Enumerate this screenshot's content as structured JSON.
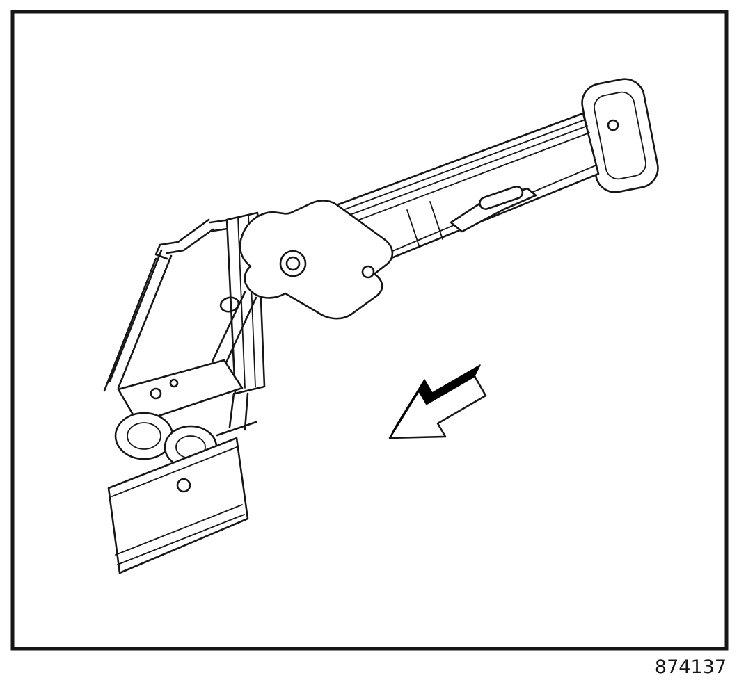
{
  "figure": {
    "id_label": "874137",
    "kind": "technical line illustration",
    "subject": "Structural rail member with end mounting flange, pivot bracket, cylindrical bushings and lower rail",
    "arrow": {
      "direction": "down-left"
    }
  },
  "colors": {
    "background": "#ffffff",
    "line": "#161616",
    "arrow_fill": "#000000"
  }
}
